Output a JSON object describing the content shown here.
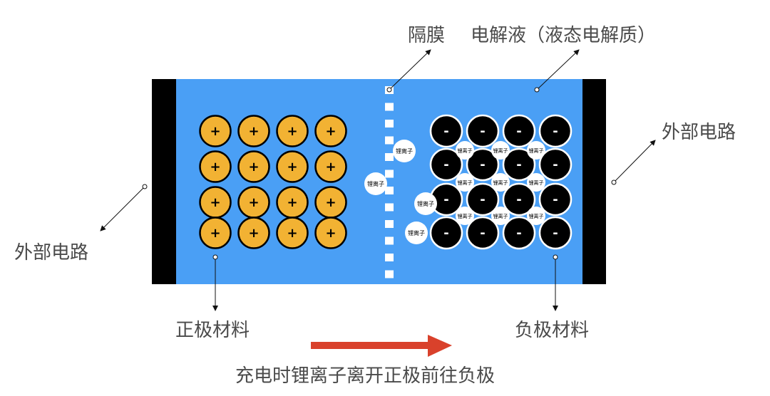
{
  "labels": {
    "separator": "隔膜",
    "electrolyte": "电解液（液态电解质）",
    "external_circuit_left": "外部电路",
    "external_circuit_right": "外部电路",
    "cathode_material": "正极材料",
    "anode_material": "负极材料",
    "caption": "充电时锂离子离开正极前往负极"
  },
  "signs": {
    "positive": "+",
    "negative": "-"
  },
  "ion_label": "锂离子",
  "colors": {
    "electrolyte": "#4a9ff5",
    "electrode_plate": "#000000",
    "positive_particle": "#f2b233",
    "negative_particle": "#000000",
    "ion": "#ffffff",
    "arrow": "#d9412b",
    "text": "#4a4a4a"
  }
}
